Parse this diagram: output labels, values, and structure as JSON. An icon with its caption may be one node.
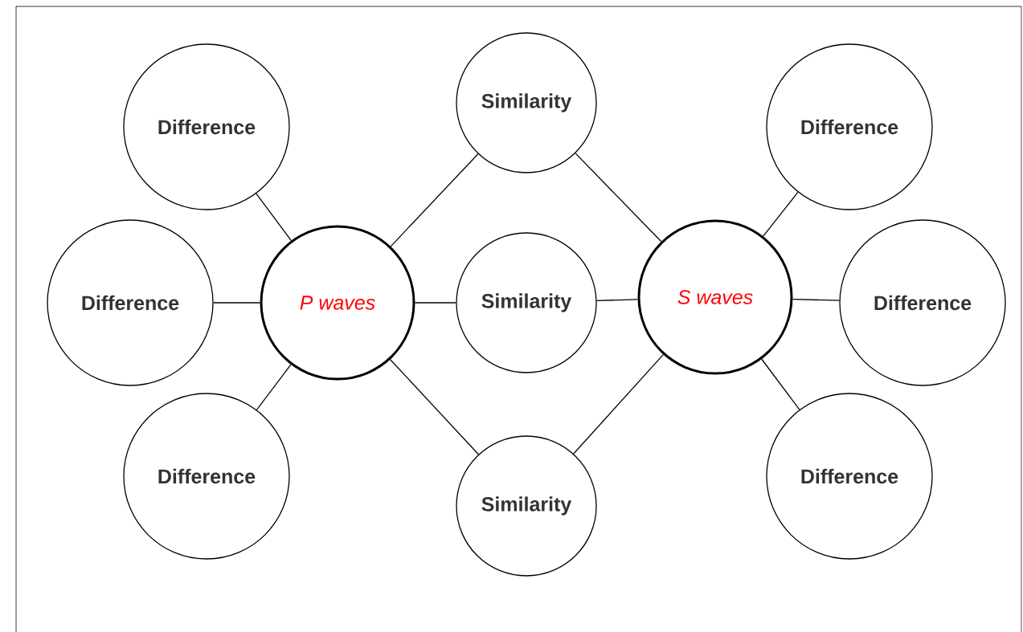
{
  "diagram": {
    "nodes": [
      {
        "text": [
          "Difference"
        ]
      },
      {
        "text": [
          "Difference"
        ]
      },
      {
        "text": [
          "Difference"
        ]
      },
      {
        "text": [
          "P waves"
        ]
      },
      {
        "text": [
          "Similarity"
        ]
      },
      {
        "text": [
          "Similarity"
        ]
      },
      {
        "text": [
          "Similarity"
        ]
      },
      {
        "text": [
          "S waves"
        ]
      },
      {
        "text": [
          "Difference"
        ]
      },
      {
        "text": [
          "Difference"
        ]
      },
      {
        "text": [
          "Difference"
        ]
      }
    ],
    "edges": [
      {
        "from": 3,
        "to": 0,
        "arrow": "none"
      },
      {
        "from": 3,
        "to": 1,
        "arrow": "none"
      },
      {
        "from": 3,
        "to": 2,
        "arrow": "none"
      },
      {
        "from": 3,
        "to": 4,
        "arrow": "none"
      },
      {
        "from": 3,
        "to": 5,
        "arrow": "none"
      },
      {
        "from": 3,
        "to": 6,
        "arrow": "none"
      },
      {
        "from": 7,
        "to": 4,
        "arrow": "none"
      },
      {
        "from": 7,
        "to": 5,
        "arrow": "none"
      },
      {
        "from": 7,
        "to": 6,
        "arrow": "none"
      },
      {
        "from": 7,
        "to": 8,
        "arrow": "none"
      },
      {
        "from": 7,
        "to": 9,
        "arrow": "none"
      },
      {
        "from": 7,
        "to": 10,
        "arrow": "none"
      }
    ]
  }
}
